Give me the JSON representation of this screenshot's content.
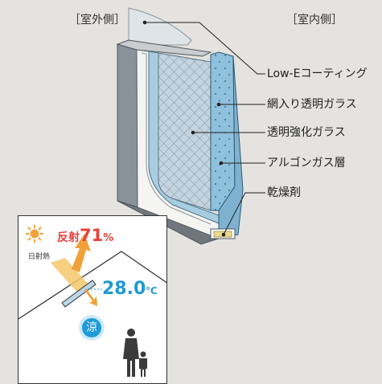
{
  "sides": {
    "outdoor": "［室外側］",
    "indoor": "［室内側］"
  },
  "callouts": [
    {
      "id": "low-e",
      "label": "Low-Eコーティング"
    },
    {
      "id": "wired-glass",
      "label": "網入り透明ガラス"
    },
    {
      "id": "tempered-glass",
      "label": "透明強化ガラス"
    },
    {
      "id": "argon-layer",
      "label": "アルゴンガス層"
    },
    {
      "id": "desiccant",
      "label": "乾燥剤"
    }
  ],
  "inset": {
    "reflection_label": "反射",
    "reflection_value": "71",
    "reflection_unit": "%",
    "solar_heat_label": "日射熱",
    "temperature_value": "28.0",
    "temperature_unit": "℃",
    "cool_label": "涼"
  },
  "colors": {
    "reflect_red": "#e8403a",
    "arrow_orange": "#f0a13a",
    "temp_blue": "#1e9ad6",
    "glass_blue": "#a9cde0",
    "background": "#e4e3e0"
  },
  "icons": [
    "sun-icon",
    "reflect-arrow-icon",
    "heat-arrow-icon",
    "person-icon"
  ]
}
